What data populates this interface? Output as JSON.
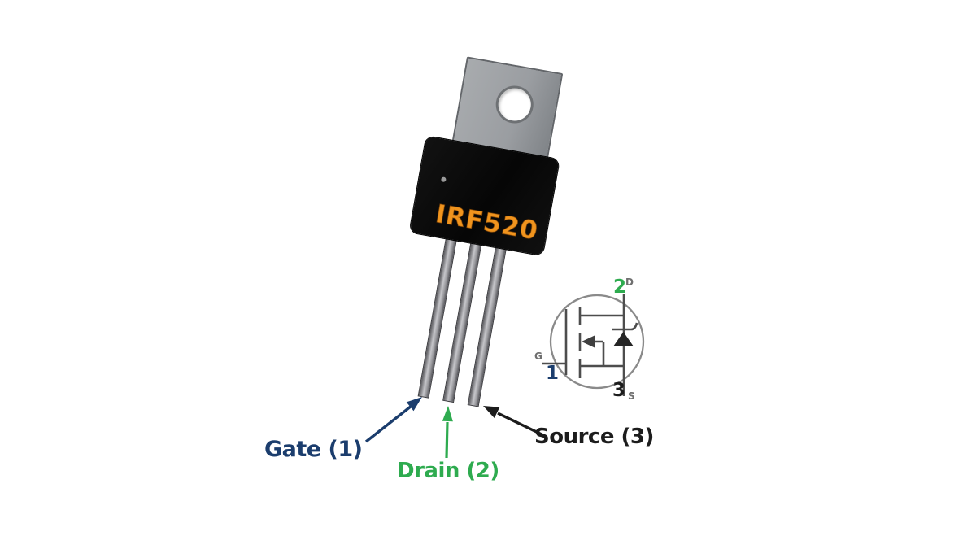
{
  "figure": {
    "description": "IRF520 N-channel MOSFET TO-220 package pinout diagram",
    "background_color": "#ffffff"
  },
  "package": {
    "type": "TO-220",
    "marking": "IRF520",
    "marking_color": "#f0941e",
    "body_color": "#0a0a0a",
    "tab_color": "#9c9ea1",
    "leg_color": "#a9a9ad"
  },
  "pins": [
    {
      "number": "1",
      "name": "Gate",
      "label": "Gate (1)",
      "symbol_letter": "G",
      "color": "#1b3d6d"
    },
    {
      "number": "2",
      "name": "Drain",
      "label": "Drain (2)",
      "symbol_letter": "D",
      "color": "#2eab4f"
    },
    {
      "number": "3",
      "name": "Source",
      "label": "Source (3)",
      "symbol_letter": "S",
      "color": "#1c1c1c"
    }
  ],
  "symbol": {
    "type": "n-channel MOSFET with body diode",
    "line_color": "#4d4d4d",
    "circle_color": "#8a8a8a"
  }
}
